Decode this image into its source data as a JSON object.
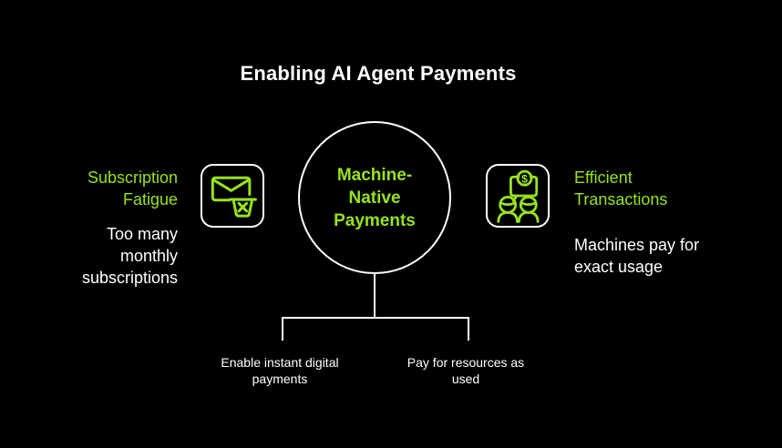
{
  "title": "Enabling AI Agent Payments",
  "colors": {
    "background": "#000000",
    "accent_green": "#96E21F",
    "text_white": "#FFFFFF"
  },
  "center_node": {
    "label": "Machine-\nNative\nPayments"
  },
  "left_node": {
    "heading": "Subscription Fatigue",
    "description": "Too many monthly subscriptions",
    "icon": "email-unsubscribe-icon"
  },
  "right_node": {
    "heading": "Efficient Transactions",
    "description": "Machines pay for exact usage",
    "icon": "people-payment-chat-icon"
  },
  "bottom_nodes": [
    {
      "label": "Enable instant digital payments"
    },
    {
      "label": "Pay for resources as used"
    }
  ],
  "icon_glyphs": {
    "dollar": "$"
  }
}
